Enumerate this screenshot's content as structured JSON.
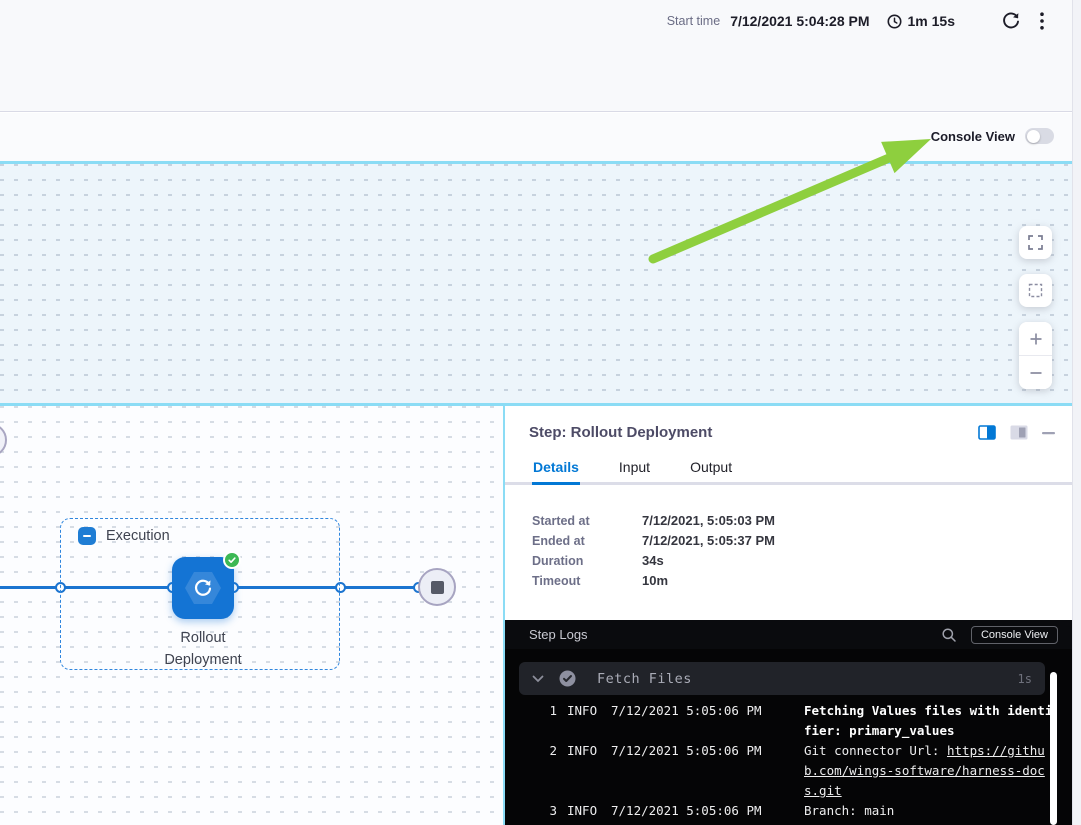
{
  "colors": {
    "accent_blue": "#0278d5",
    "node_blue": "#1474d4",
    "cyan_divider": "#8bdcf5",
    "arrow_green": "#8ecf3e",
    "success_green": "#3cb854",
    "edge_blue": "#1b74d0",
    "dark_bar": "#0a0b0e",
    "log_bg": "#050506"
  },
  "header": {
    "start_time_label": "Start time",
    "start_time_value": "7/12/2021 5:04:28 PM",
    "elapsed_time": "1m 15s"
  },
  "console_strip": {
    "console_view_label": "Console View"
  },
  "canvas": {
    "execution_group_label": "Execution",
    "node_label_line1": "Rollout",
    "node_label_line2": "Deployment"
  },
  "panel": {
    "title": "Step: Rollout Deployment",
    "tabs": [
      {
        "label": "Details"
      },
      {
        "label": "Input"
      },
      {
        "label": "Output"
      }
    ],
    "details_rows": [
      {
        "label": "Started at",
        "value": "7/12/2021, 5:05:03 PM"
      },
      {
        "label": "Ended at",
        "value": "7/12/2021, 5:05:37 PM"
      },
      {
        "label": "Duration",
        "value": "34s"
      },
      {
        "label": "Timeout",
        "value": "10m"
      }
    ],
    "logs": {
      "title": "Step Logs",
      "console_view_button": "Console View",
      "group": {
        "title": "Fetch Files",
        "duration": "1s"
      },
      "lines": [
        {
          "num": "1",
          "level": "INFO",
          "time": "7/12/2021 5:05:06 PM",
          "message": "Fetching Values files with identifier: primary_values"
        },
        {
          "num": "2",
          "level": "INFO",
          "time": "7/12/2021 5:05:06 PM",
          "message_prefix": "Git connector Url: ",
          "link_text": "https://github.com/wings-software/harness-docs.git"
        },
        {
          "num": "3",
          "level": "INFO",
          "time": "7/12/2021 5:05:06 PM",
          "message": "Branch: main"
        }
      ]
    }
  }
}
